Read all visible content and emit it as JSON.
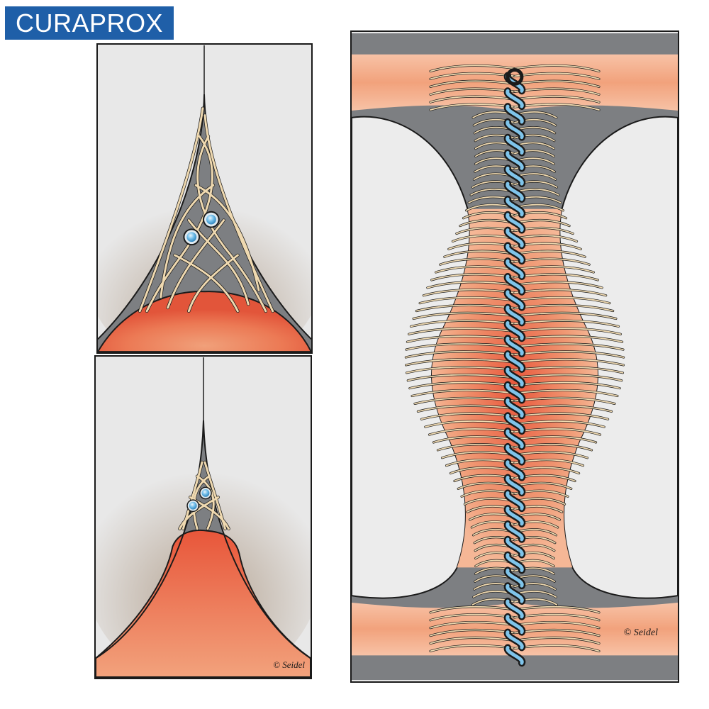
{
  "brand": {
    "logo_text": "CURAPROX",
    "logo_color": "#1f5fa8"
  },
  "panels": {
    "top_left": {
      "description_icon": "interdental-space-with-fibers"
    },
    "bottom_left": {
      "signature": "© Seidel"
    },
    "right": {
      "signature": "© Seidel"
    }
  },
  "colors": {
    "background": "#e8e8e8",
    "tooth_gray": "#808285",
    "gum": "#f2a47e",
    "gum_dark": "#e8593a",
    "fiber": "#efd9b0",
    "brush_blue": "#7fc4ea",
    "shadow": "#8a6a4a"
  }
}
